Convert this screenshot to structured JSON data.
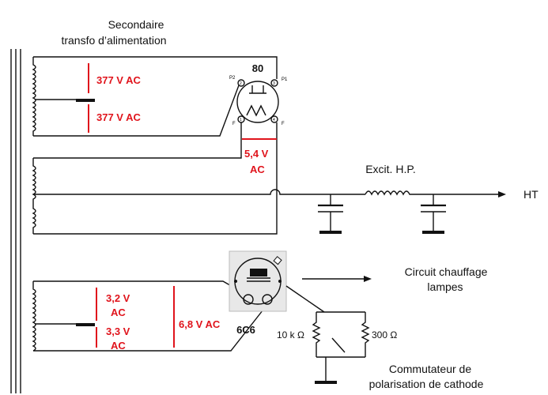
{
  "labels": {
    "secondary_title_line1": "Secondaire",
    "secondary_title_line2": "transfo d’alimentation",
    "tube_80": "80",
    "v377_top": "377 V AC",
    "v377_bottom": "377 V AC",
    "v54_line1": "5,4 V",
    "v54_line2": "AC",
    "excit": "Excit. H.P.",
    "ht": "HT",
    "circuit_line1": "Circuit chauffage",
    "circuit_line2": "lampes",
    "v32_line1": "3,2 V",
    "v32_line2": "AC",
    "v33_line1": "3,3 V",
    "v33_line2": "AC",
    "v68": "6,8 V AC",
    "tube_6c6": "6C6",
    "r10k": "10 k Ω",
    "r300": "300 Ω",
    "switch_line1": "Commutateur de",
    "switch_line2": "polarisation de cathode"
  },
  "pin_labels": {
    "p2": "P2",
    "p3": "P1",
    "p1": "F",
    "p4": "F",
    "n2": "2",
    "n3": "3",
    "n1": "1",
    "n4": "4"
  },
  "colors": {
    "voltage_text": "#e0141c",
    "wire": "#111111"
  }
}
